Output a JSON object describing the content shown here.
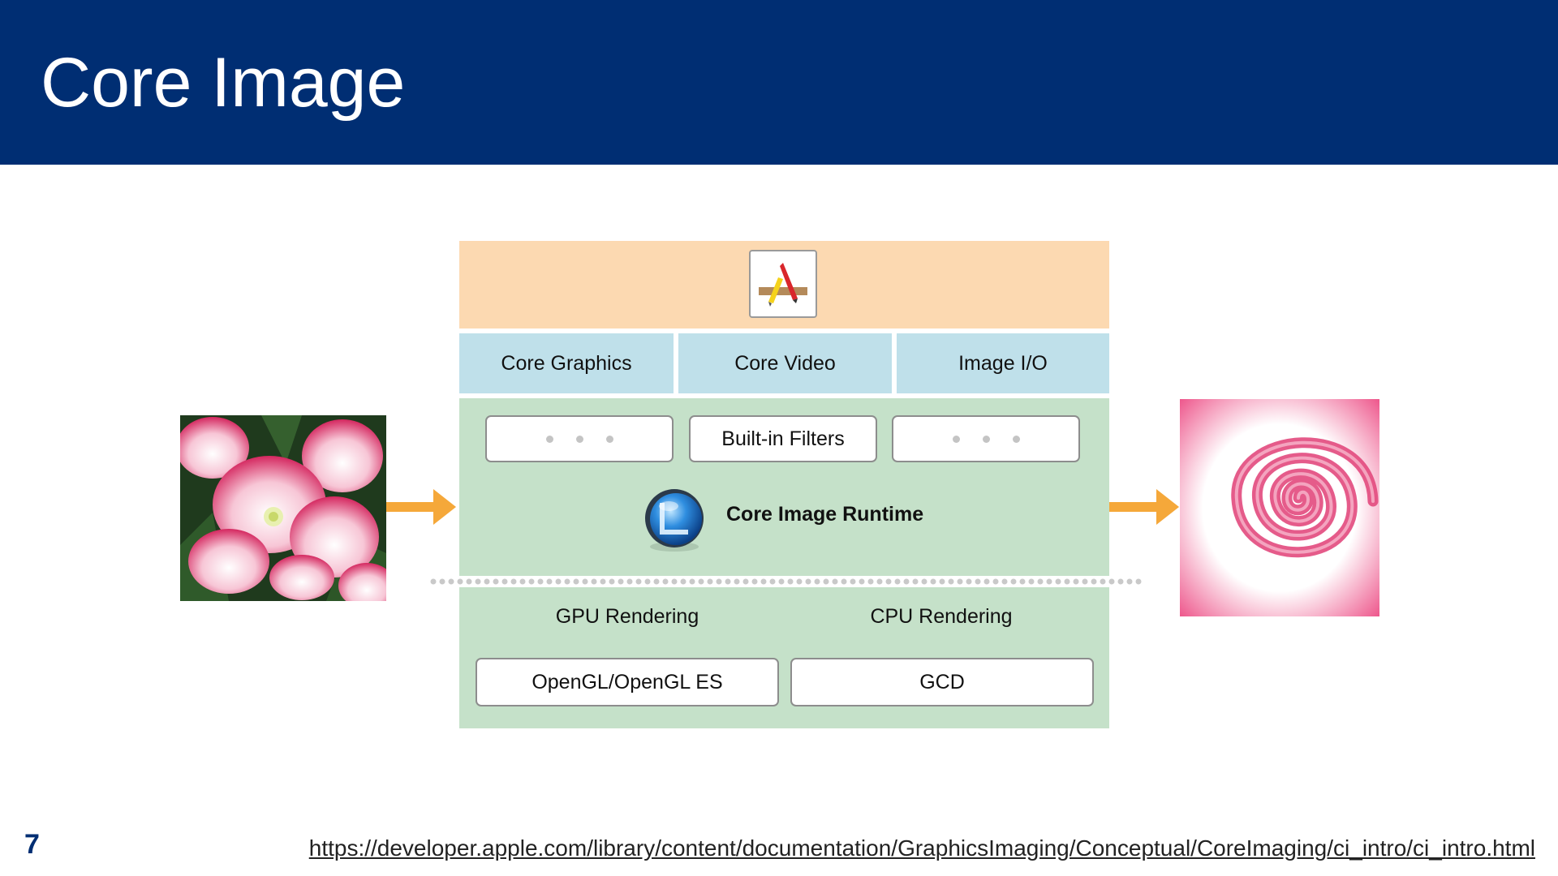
{
  "slide": {
    "title": "Core Image",
    "page_number": "7",
    "source_url": "https://developer.apple.com/library/content/documentation/GraphicsImaging/Conceptual/CoreImaging/ci_intro/ci_intro.html"
  },
  "diagram": {
    "frameworks": [
      "Core Graphics",
      "Core Video",
      "Image I/O"
    ],
    "filters": {
      "left": "",
      "center": "Built-in Filters",
      "right": ""
    },
    "runtime_label": "Core Image Runtime",
    "rendering": {
      "gpu_label": "GPU Rendering",
      "cpu_label": "CPU Rendering",
      "gpu_api": "OpenGL/OpenGL ES",
      "cpu_api": "GCD"
    }
  },
  "colors": {
    "header": "#002e73",
    "app_layer": "#fcd9b1",
    "framework_layer": "#bfe0ea",
    "runtime_layer": "#c5e1c9",
    "arrow": "#f5a83a"
  },
  "icons": {
    "app": "xcode-app-icon",
    "runtime": "core-image-runtime-icon",
    "input_image": "flower-photo",
    "output_image": "pink-swirl-image"
  }
}
